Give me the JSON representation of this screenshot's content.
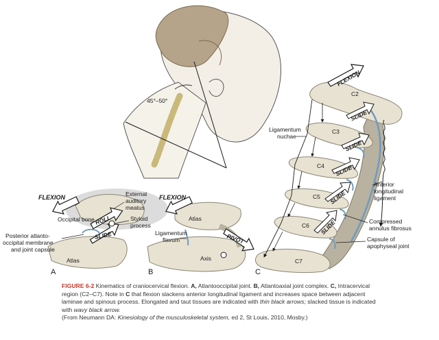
{
  "colors": {
    "bone": "#e8e2d2",
    "bone_dark": "#b9b2a0",
    "hair": "#b5a48a",
    "ligament": "#6e9bbf",
    "shade": "#d9d9d9"
  },
  "panel_a": {
    "letter": "A",
    "flexion": "FLEXION",
    "roll": "ROLL",
    "slide": "SLIDE",
    "occipital_bone": "Occipital bone",
    "external_meatus": [
      "External",
      "auditory",
      "meatus"
    ],
    "styloid": [
      "Styloid",
      "process"
    ],
    "posterior_membrane": [
      "Posterior atlanto-",
      "occipital membrane",
      "and joint capsule"
    ],
    "atlas": "Atlas"
  },
  "panel_b": {
    "letter": "B",
    "flexion": "FLEXION",
    "atlas": "Atlas",
    "ligamentum_flavum": [
      "Ligamentum",
      "flavum"
    ],
    "axis": "Axis",
    "pivot": "PIVOT"
  },
  "panel_c": {
    "letter": "C",
    "flexion": "FLEXION",
    "slide": "SLIDE",
    "vertebrae": [
      "C2",
      "C3",
      "C4",
      "C5",
      "C6",
      "C7"
    ],
    "ligamentum_nuchae": [
      "Ligamentum",
      "nuchae"
    ],
    "anterior_ligament": [
      "Anterior",
      "longitudinal",
      "ligament"
    ],
    "annulus": [
      "Compressed",
      "annulus fibrosus"
    ],
    "capsule": [
      "Capsule of",
      "apophyseal joint"
    ]
  },
  "head": {
    "angle": "45°–50°"
  },
  "caption": {
    "figure_label": "FIGURE 6-2",
    "title": " Kinematics of craniocervical flexion. ",
    "a_label": "A,",
    "a_text": " Atlantooccipital joint. ",
    "b_label": "B,",
    "b_text": " Atlantoaxial joint complex. ",
    "c_label": "C,",
    "c_text": " Intracervical region (C2–C7). Note in ",
    "c_label2": "C",
    "c_text2": " that flexion slackens anterior longitudinal ligament and increases space between adjacent laminae and spinous process. Elongated and taut tissues are indicated with ",
    "thin_arrows": "thin black arrows;",
    "c_text3": " slacked tissue is indicated with ",
    "wavy_arrow": "wavy black arrow.",
    "source": "(From Neumann DA: ",
    "book": "Kinesiology of the musculoskeletal system,",
    "source2": " ed 2, St Louis, 2010, Mosby.)"
  }
}
